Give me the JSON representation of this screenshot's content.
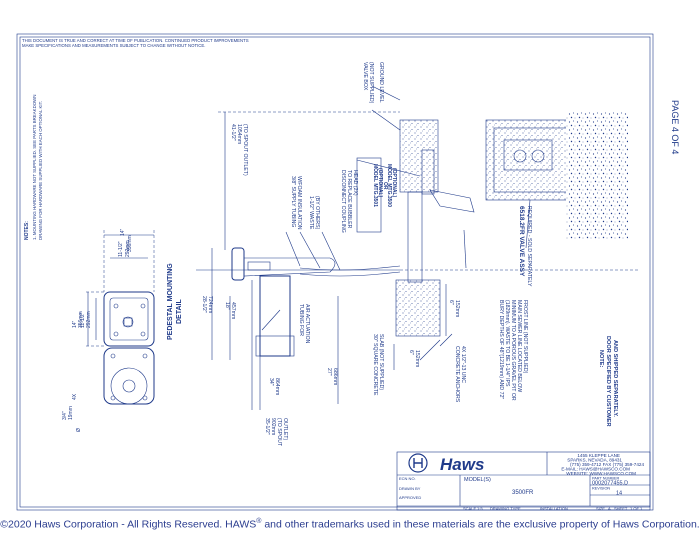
{
  "disclaimer": [
    "THIS DOCUMENT IS TRUE AND CORRECT AT TIME OF PUBLICATION. CONTINUED PRODUCT IMPROVEMENTS",
    "MAKE SPECIFICATIONS AND MEASUREMENTS SUBJECT TO CHANGE WITHOUT NOTICE."
  ],
  "page_label": "PAGE 4 OF 4",
  "notes": {
    "title": "NOTES:",
    "lines": [
      "1. MOUNTING HARDWARE NOT SUPPLIED. SEE PARTS BREAKDOWN",
      "DRAWING FOR HARDWARE SUPPLIED WITH EACH OPTIONAL KIT."
    ]
  },
  "pedestal_detail": {
    "title": [
      "PEDESTAL MOUNTING",
      "DETAIL"
    ],
    "dims": {
      "top_width": [
        "14\"",
        "356mm"
      ],
      "inner_width": [
        "11-1/2\"",
        "292mm"
      ],
      "height": [
        "14\"",
        "356mm"
      ],
      "inner_height": [
        "11-1/2\"",
        "292mm"
      ],
      "hole_count": "4X",
      "hole_dia": [
        "3/4\"",
        "19mm"
      ],
      "hole_dia_sym": "Ø"
    }
  },
  "callouts": {
    "valve_box": [
      "VALVE BOX",
      "(NOT SUPPLIED)"
    ],
    "ground_level": "GROUND LEVEL",
    "spout_height": [
      "41-1/2\"",
      "1054mm",
      "(TO SPOUT OUTLET)"
    ],
    "supply_tubing": [
      "3/8\" SUPPLY TUBING",
      "W/FOAM INSULATION"
    ],
    "waste": [
      "1-1/2\" WASTE",
      "(BY OTHERS)"
    ],
    "coupling": [
      "DISCONNECT COUPLING",
      "TO REPLACE BUBBLER",
      "HEAD (2X)"
    ],
    "model_options": [
      "MODEL MTG.3501",
      "(OPTIONAL)",
      "OR",
      "MODEL MTG.3500",
      "(OPTIONAL)"
    ],
    "valve_assy": [
      "6518.2FR VALVE ASSY",
      "REQUIRED - SOLD SEPARATELY"
    ],
    "pedestal_height": [
      "28-1/2\"",
      "724mm"
    ],
    "height_18": [
      "18\"",
      "457mm"
    ],
    "tubing_air": [
      "TUBING FOR",
      "AIR ACTUATION"
    ],
    "depth_6a": [
      "6\"",
      "152mm"
    ],
    "depth_6b": [
      "6\"",
      "152mm"
    ],
    "dim_34": [
      "34\"",
      "864mm"
    ],
    "dim_27": [
      "27\"",
      "686mm"
    ],
    "dim_35": [
      "35-1/2\"",
      "902mm",
      "(TO SPOUT",
      "OUTLET)"
    ],
    "slab": [
      "30\" SQUARE CONCRETE",
      "SLAB (NOT SUPPLIED)"
    ],
    "anchors": [
      "CONCRETE ANCHORS",
      "4X 1/2\"-13 UNC"
    ],
    "bury": [
      "BURY DEPTHS OF 48\"(1219mm) AND 72\"",
      "(1829mm). WASTE TO BE 1-1/4\" IPS",
      "MINIMUM TO A POROUS GRAVEL PIT OR",
      "MAIN SEWER LINE LOCATED BELOW",
      "FROST LINE (NOT SUPPLIED)"
    ],
    "door_note": [
      "NOTE:",
      "DOOR SPECIFIED BY CUSTOMER",
      "AND SHIPPED SEPARATELY."
    ]
  },
  "title_block": {
    "logo_text": "Haws",
    "address": [
      "1455 KLEPPE LANE",
      "SPARKS, NEVADA, 89431",
      "(775) 359-4712 FAX (775) 359-7424",
      "E-MAIL: HAWS@HAWSCO.COM",
      "WEBSITE: WWW.HAWSCO.COM"
    ],
    "model_label": "MODEL(S)",
    "model_value": "3500FR",
    "part_number_label": "PART NUMBER",
    "part_number": "0002077455.D",
    "revision_label": "REVISION",
    "revision": "14",
    "drawing_type": "INSTALLATION",
    "size": "A",
    "sheet": "1 OF 1",
    "scale": "1:5",
    "small_labels": [
      "ECN NO.",
      "DRAWN BY",
      "APPROVED",
      "SCALE",
      "DRAWING TYPE",
      "SIZE",
      "SHEET"
    ]
  },
  "footer": {
    "copyright": "©2020 Haws Corporation - All Rights Reserved.  HAWS",
    "reg": "®",
    "rest": " and other trademarks used in these materials are the exclusive property of Haws Corporation."
  }
}
